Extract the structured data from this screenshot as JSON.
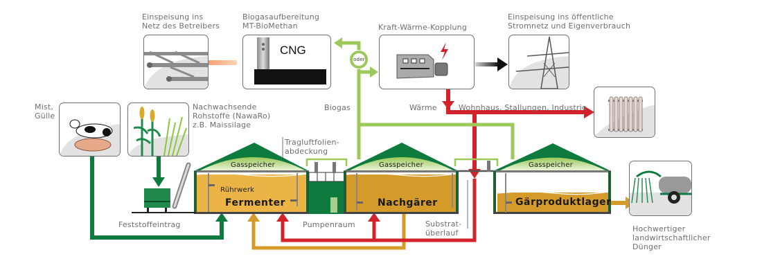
{
  "labels": {
    "grid_feed": "Einspeisung ins\nNetz des Betreibers",
    "upgrading": "Biogasaufbereitung\nMT-BioMethan",
    "chp": "Kraft-Wärme-Kopplung",
    "power_feed": "Einspeisung ins öffentliche\nStromnetz und Eigenverbrauch",
    "manure": "Mist,\nGülle",
    "crops": "Nachwachsende\nRohstoffe (NawaRo)\nz.B. Maissilage",
    "biogas": "Biogas",
    "heat": "Wärme",
    "heat_consumers": "Wohnhaus, Stallungen, Industrie",
    "membrane": "Tragluftfolien-\nabdeckung",
    "agitator": "Rührwerk",
    "solids_feed": "Feststoffeintrag",
    "pump_room": "Pumpenraum",
    "overflow": "Substrat-\nüberlauf",
    "fertilizer": "Hochwertiger\nlandwirtschaftlicher\nDünger",
    "cng": "CNG",
    "or": "oder"
  },
  "tanks": {
    "fermenter": "Fermenter",
    "post_digester": "Nachgärer",
    "storage": "Gärproduktlager",
    "gas_storage": "Gasspeicher"
  },
  "colors": {
    "biogas_green": "#9dc85a",
    "dark_green": "#0e7a3e",
    "heat_red": "#d2232a",
    "substrate_orange": "#d49a2a",
    "fermenter_fill": "#ecb446",
    "postdig_fill": "#d49a2a",
    "gas_orange": "#f47c3c",
    "text_gray": "#6d6e71"
  }
}
